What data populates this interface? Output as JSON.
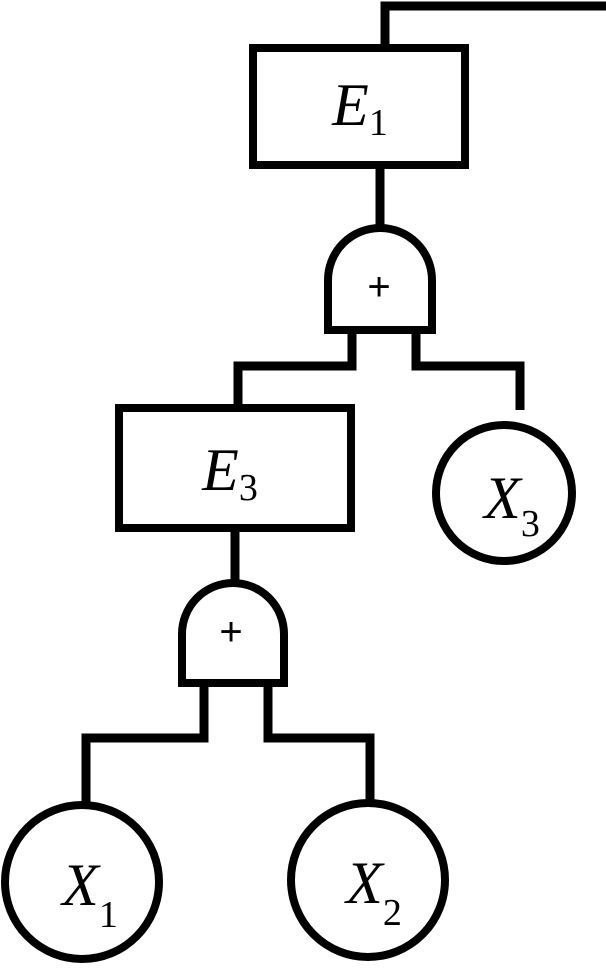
{
  "events": {
    "e1": {
      "symbol": "E",
      "subscript": "1"
    },
    "e3": {
      "symbol": "E",
      "subscript": "3"
    }
  },
  "gates": {
    "top": {
      "type": "OR",
      "symbol": "+"
    },
    "bottom": {
      "type": "OR",
      "symbol": "+"
    }
  },
  "basic_events": {
    "x1": {
      "symbol": "X",
      "subscript": "1"
    },
    "x2": {
      "symbol": "X",
      "subscript": "2"
    },
    "x3": {
      "symbol": "X",
      "subscript": "3"
    }
  }
}
